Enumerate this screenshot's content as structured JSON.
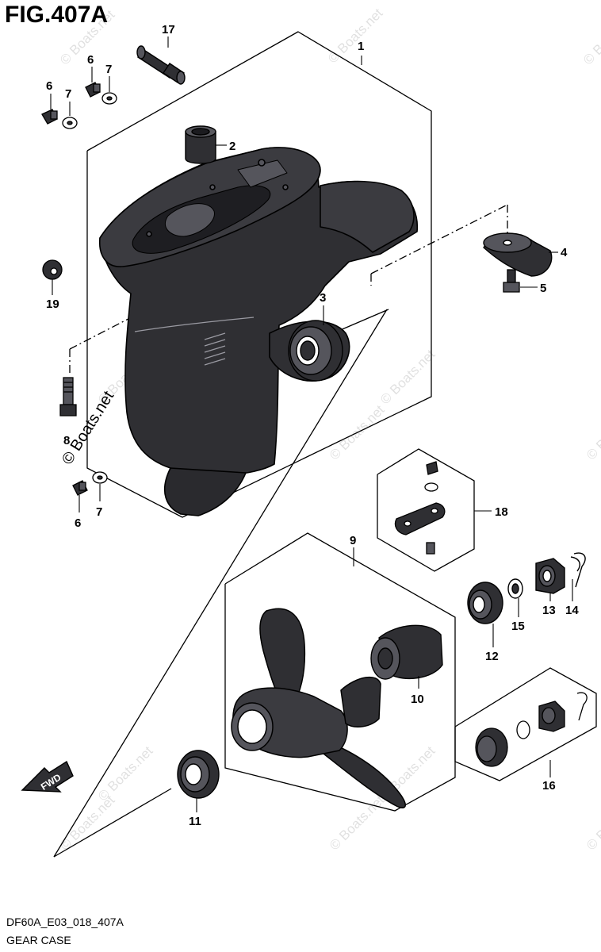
{
  "figure": {
    "title": "FIG.407A",
    "code": "DF60A_E03_018_407A",
    "name": "GEAR CASE",
    "fwd_label": "FWD",
    "watermark": "© Boats.net"
  },
  "callouts": [
    "1",
    "2",
    "3",
    "4",
    "5",
    "6",
    "7",
    "6",
    "7",
    "6",
    "7",
    "8",
    "9",
    "10",
    "11",
    "12",
    "13",
    "14",
    "15",
    "16",
    "17",
    "18",
    "19"
  ]
}
